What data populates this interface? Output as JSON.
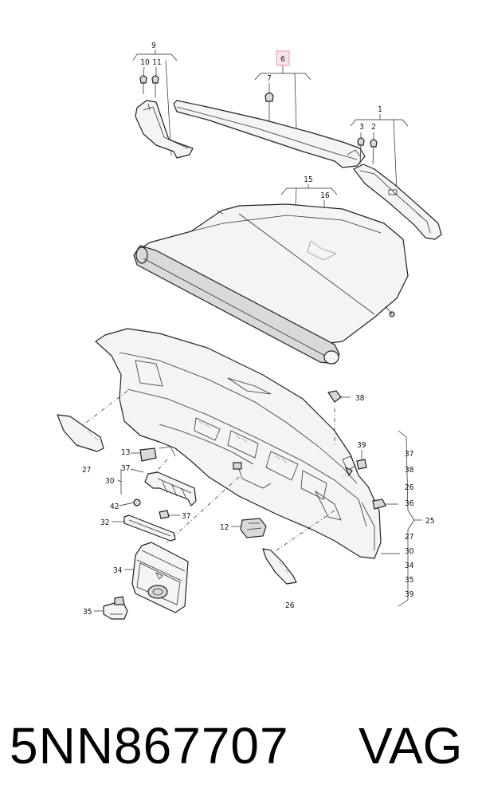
{
  "footer": {
    "part_number": "5NN867707",
    "brand": "VAG"
  },
  "highlight_color": "#e89aa6",
  "callouts": {
    "c9": "9",
    "c10": "10",
    "c11": "11",
    "c6": "6",
    "c7": "7",
    "c1": "1",
    "c3": "3",
    "c2": "2",
    "c15": "15",
    "c16": "16",
    "c38": "38",
    "c39": "39",
    "c13": "13",
    "c37": "37",
    "c30": "30",
    "c42": "42",
    "c37b": "37",
    "c32": "32",
    "c12": "12",
    "c27": "27",
    "c34": "34",
    "c35": "35",
    "c26": "26",
    "c36": "36",
    "c25": "25"
  },
  "bracket_list": [
    "37",
    "38",
    "26",
    "36",
    "27",
    "30",
    "34",
    "35",
    "39"
  ]
}
